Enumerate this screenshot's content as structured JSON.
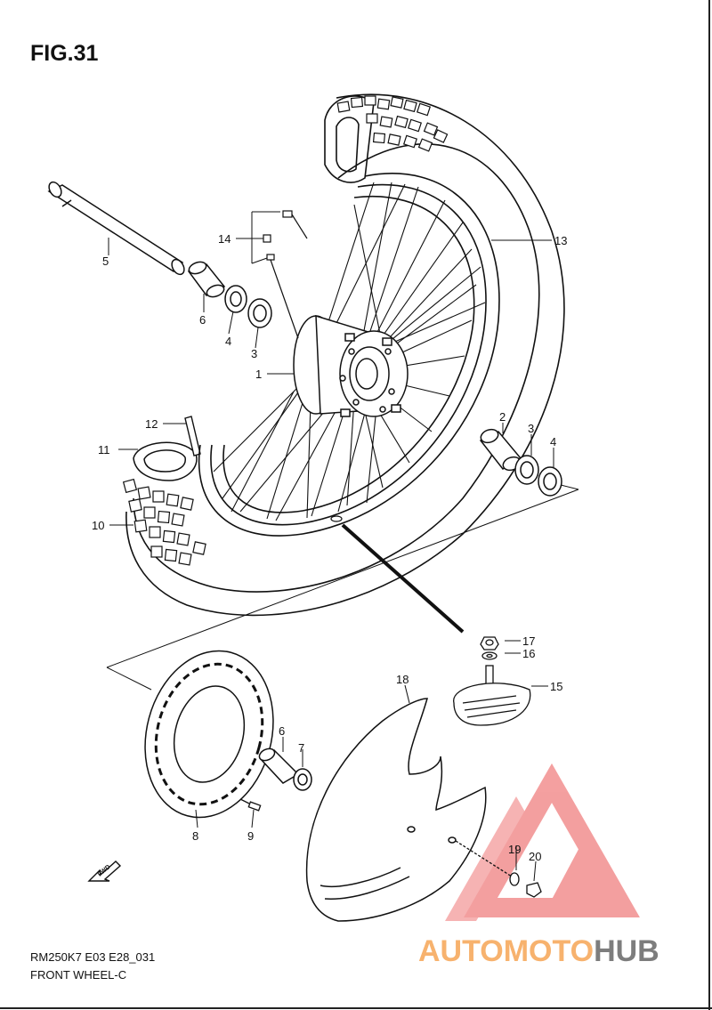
{
  "figure_title": "FIG.31",
  "model_code": "RM250K7 E03 E28_031",
  "caption": "FRONT WHEEL-C",
  "fwd_label": "FWD",
  "watermark": {
    "part1": "AUTOMOTO",
    "part2": "HUB",
    "color1": "#f7b26e",
    "color2": "#7d7d7d",
    "logo_color": "#f08080"
  },
  "callouts": [
    {
      "id": "c1",
      "label": "1"
    },
    {
      "id": "c2",
      "label": "2"
    },
    {
      "id": "c3a",
      "label": "3"
    },
    {
      "id": "c3b",
      "label": "3"
    },
    {
      "id": "c4a",
      "label": "4"
    },
    {
      "id": "c4b",
      "label": "4"
    },
    {
      "id": "c5",
      "label": "5"
    },
    {
      "id": "c6a",
      "label": "6"
    },
    {
      "id": "c6b",
      "label": "6"
    },
    {
      "id": "c7",
      "label": "7"
    },
    {
      "id": "c8",
      "label": "8"
    },
    {
      "id": "c9",
      "label": "9"
    },
    {
      "id": "c10",
      "label": "10"
    },
    {
      "id": "c11",
      "label": "11"
    },
    {
      "id": "c12",
      "label": "12"
    },
    {
      "id": "c13",
      "label": "13"
    },
    {
      "id": "c14",
      "label": "14"
    },
    {
      "id": "c15",
      "label": "15"
    },
    {
      "id": "c16",
      "label": "16"
    },
    {
      "id": "c17",
      "label": "17"
    },
    {
      "id": "c18",
      "label": "18"
    },
    {
      "id": "c19",
      "label": "19"
    },
    {
      "id": "c20",
      "label": "20"
    }
  ]
}
